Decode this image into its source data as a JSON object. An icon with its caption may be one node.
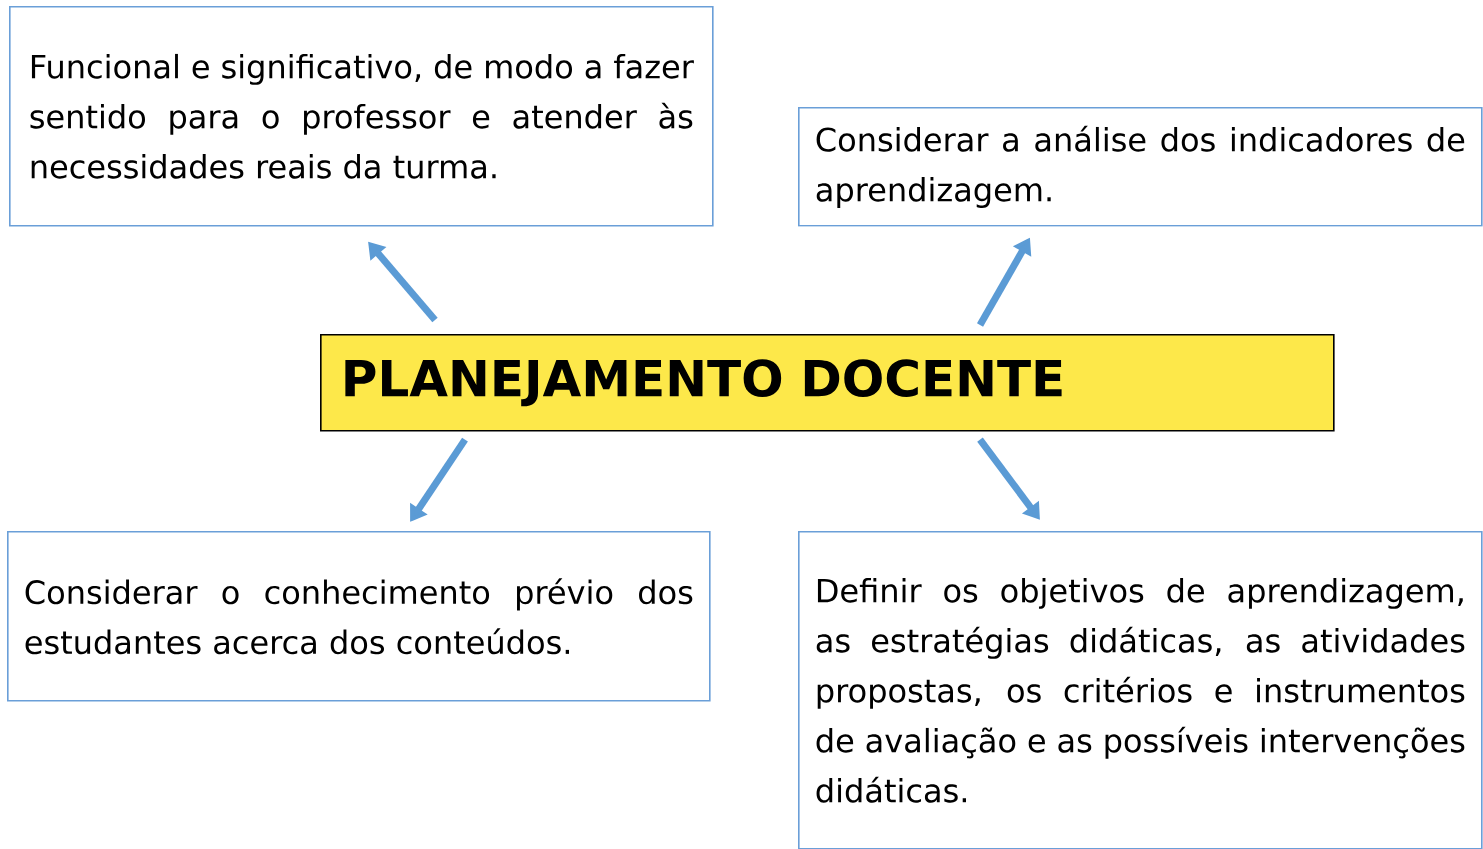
{
  "diagram": {
    "nodes": [
      {
        "text": [
          "PLANEJAMENTO DOCENTE"
        ]
      },
      {
        "text": [
          "Funcional e significativo, de modo a fazer sentido para o professor e atender às necessidades reais da turma."
        ]
      },
      {
        "text": [
          "Considerar a análise dos indicadores de aprendizagem."
        ]
      },
      {
        "text": [
          "Considerar o conhecimento prévio dos estudantes acerca dos conteúdos."
        ]
      },
      {
        "text": [
          "Definir os objetivos de aprendizagem, as estratégias didáticas, as atividades propostas, os critérios e instrumentos de avaliação e as possíveis intervenções didáticas."
        ]
      }
    ],
    "edges": [
      {
        "from": 0,
        "to": 1,
        "arrow": "to"
      },
      {
        "from": 0,
        "to": 2,
        "arrow": "to"
      },
      {
        "from": 0,
        "to": 3,
        "arrow": "to"
      },
      {
        "from": 0,
        "to": 4,
        "arrow": "to"
      }
    ]
  }
}
